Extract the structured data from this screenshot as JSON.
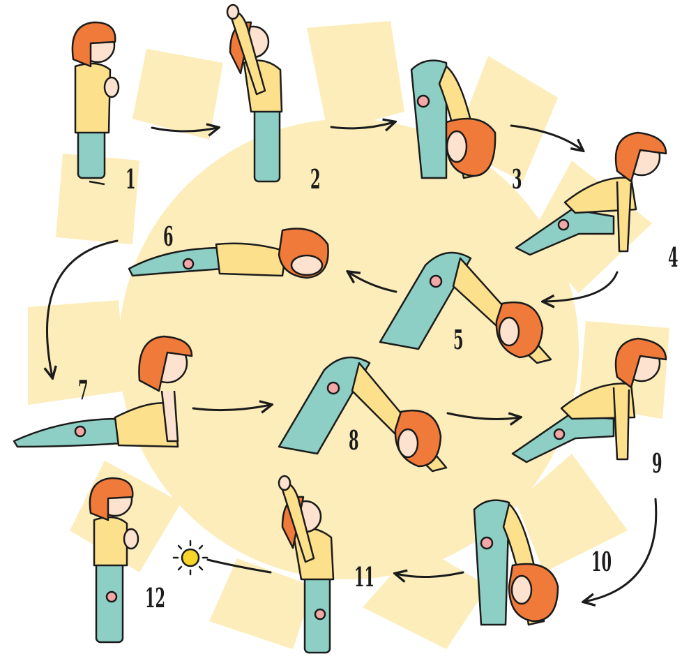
{
  "steps": [
    {
      "number": "1"
    },
    {
      "number": "2"
    },
    {
      "number": "3"
    },
    {
      "number": "4"
    },
    {
      "number": "5"
    },
    {
      "number": "6"
    },
    {
      "number": "7"
    },
    {
      "number": "8"
    },
    {
      "number": "9"
    },
    {
      "number": "10"
    },
    {
      "number": "11"
    },
    {
      "number": "12"
    }
  ],
  "colors": {
    "sun_background": "#fcedba",
    "hair": "#f07a3a",
    "shirt": "#fce08c",
    "pants": "#8dcfc4",
    "skin": "#fde3cf",
    "outline": "#1b1b1b",
    "sun_icon": "#f8d52a"
  }
}
